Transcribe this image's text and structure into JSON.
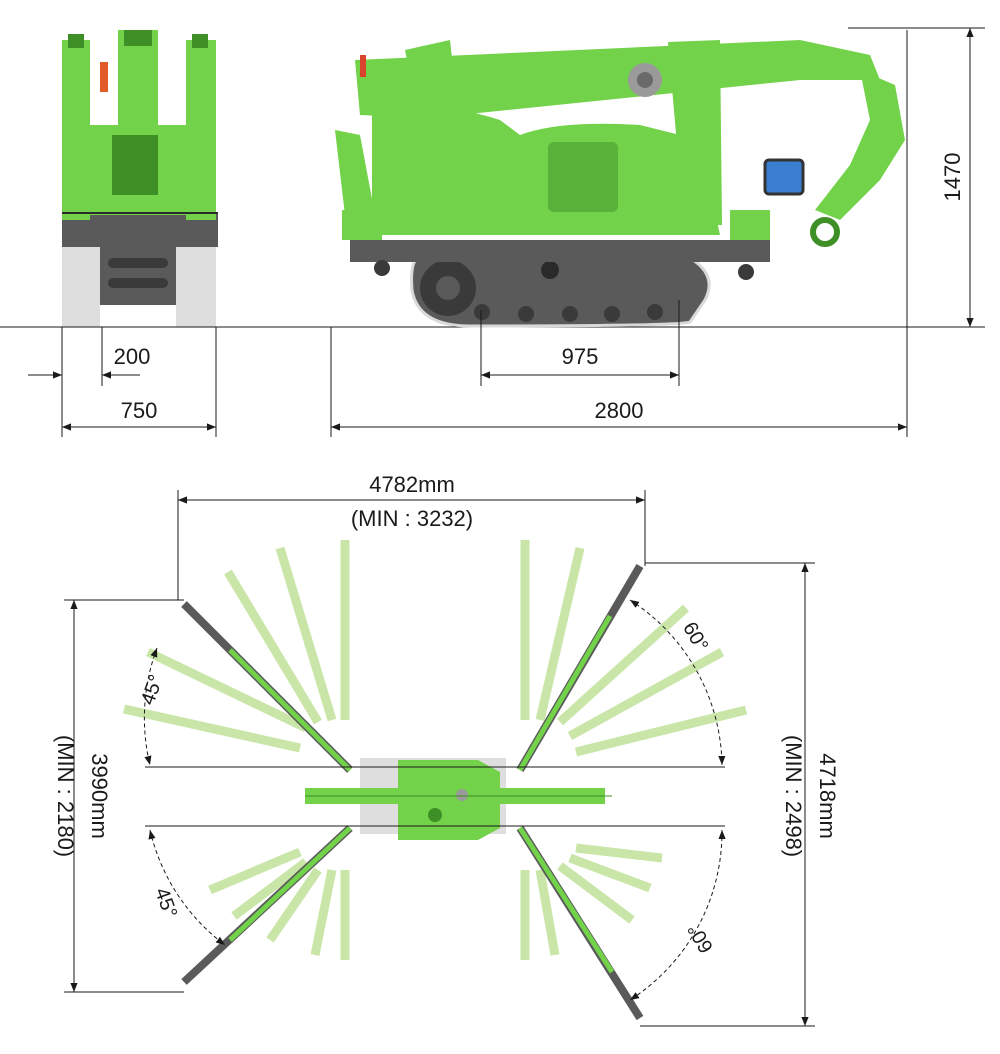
{
  "colors": {
    "machine": "#72d24a",
    "machine_dark": "#3d8f26",
    "machine_light": "#c9e6a8",
    "track": "#5a5a5a",
    "track_dark": "#3a3a3a",
    "shadow": "#dedede",
    "cab_blue": "#3b7fd1",
    "line": "#1a1a1a"
  },
  "front_view": {
    "width_label": "750",
    "offset_label": "200"
  },
  "side_view": {
    "length_label": "2800",
    "wheelbase_label": "975",
    "height_label": "1470"
  },
  "top_view": {
    "width_label": "4782mm",
    "width_min_label": "(MIN : 3232)",
    "left_height_label": "3990mm",
    "left_height_min_label": "(MIN : 2180)",
    "right_height_label": "4718mm",
    "right_height_min_label": "(MIN : 2498)",
    "angle_front_left": "45°",
    "angle_rear_left": "45°",
    "angle_front_right": "60°",
    "angle_rear_right": "60°"
  }
}
